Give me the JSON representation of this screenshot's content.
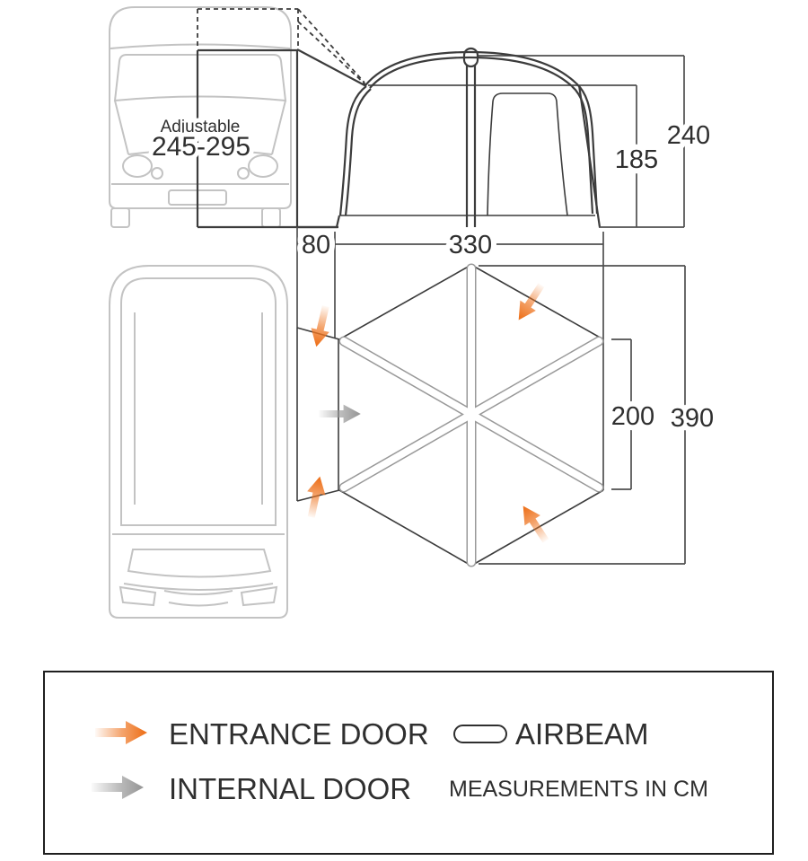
{
  "colors": {
    "line_dark": "#3c3c3c",
    "line_dim": "#4f4f4f",
    "line_light": "#c3c3c3",
    "beam_outline": "#999999",
    "entrance_arrow": "#ee7420",
    "internal_arrow": "#9a9a9a",
    "text_dark": "#2f2f2f",
    "legend_border": "#1f1f1f"
  },
  "vehicle": {
    "label_line1": "Adjustable",
    "label_line2": "245-295"
  },
  "dimensions": {
    "awning_height_peak": "240",
    "awning_height_eave": "185",
    "connection_depth": "80",
    "awning_width": "330",
    "plan_beam_span": "200",
    "plan_total_depth": "390"
  },
  "legend": {
    "entrance_door_label": "ENTRANCE DOOR",
    "internal_door_label": "INTERNAL DOOR",
    "airbeam_label": "AIRBEAM",
    "units_note": "MEASUREMENTS IN CM"
  }
}
